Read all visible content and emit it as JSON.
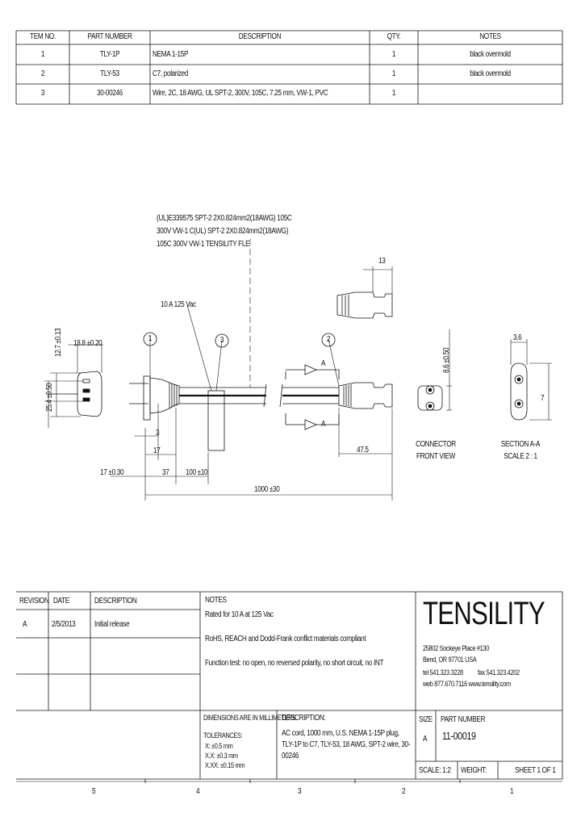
{
  "bom": {
    "headers": {
      "item": "TEM NO.",
      "part": "PART NUMBER",
      "desc": "DESCRIPTION",
      "qty": "QTY.",
      "notes": "NOTES"
    },
    "rows": [
      {
        "item": "1",
        "part": "TLY-1P",
        "desc": "NEMA 1-15P",
        "qty": "1",
        "notes": "black overmold"
      },
      {
        "item": "2",
        "part": "TLY-53",
        "desc": "C7, polarized",
        "qty": "1",
        "notes": "black overmold"
      },
      {
        "item": "3",
        "part": "30-00246",
        "desc": "Wire, 2C, 18 AWG, UL SPT-2, 300V, 105C, 7.25 mm, VW-1, PVC",
        "qty": "1",
        "notes": ""
      }
    ]
  },
  "drawing": {
    "cable_marking": [
      "(UL)E339575 SPT-2 2X0.824mm2(18AWG) 105C",
      "300V VW-1 C(UL) SPT-2 2X0.824mm2(18AWG)",
      "105C 300V VW-1 TENSILITY FLE"
    ],
    "rating_label": "10 A 125 Vac",
    "balloons": [
      "1",
      "3",
      "2"
    ],
    "section_markers": [
      "A",
      "A"
    ],
    "dims": {
      "d13": "13",
      "d12_7": "12.7 ±0.13",
      "d18_8": "18.8 ±0.20",
      "d25_4": "25.4 ±0.50",
      "d3": "3",
      "d17": "17",
      "d17_30": "17 ±0.30",
      "d37": "37",
      "d100": "100 ±10",
      "d1000": "1000 ±30",
      "d47_5": "47.5",
      "d8_6": "8.6 ±0.50",
      "d3_6": "3.6",
      "d7": "7"
    },
    "connector_view": [
      "CONNECTOR",
      "FRONT VIEW"
    ],
    "section_view": [
      "SECTION A-A",
      "SCALE 2 : 1"
    ]
  },
  "revisions": {
    "headers": {
      "rev": "REVISION",
      "date": "DATE",
      "desc": "DESCRIPTION"
    },
    "rows": [
      {
        "rev": "A",
        "date": "2/5/2013",
        "desc": "Initial release"
      }
    ]
  },
  "notes": {
    "title": "NOTES",
    "lines": [
      "Rated for 10 A at 125 Vac",
      "RoHS, REACH and Dodd-Frank conflict materials compliant",
      "Function test: no open, no reversed polarity, no short circuit, no INT"
    ]
  },
  "company": {
    "name": "TENSILITY",
    "address1": "25802 Sockeye Place #130",
    "address2": "Bend, OR 97701 USA",
    "tel": "tel 541.323.3228",
    "fax": "fax 541.323.4202",
    "web": "web 877.670.7116  www.tensility.com"
  },
  "title_block": {
    "dims_note": "DIMENSIONS ARE IN MILLIMETERS",
    "tolerances_label": "TOLERANCES:",
    "tol1": "X:    ±0.5 mm",
    "tol2": "X.X:  ±0.3 mm",
    "tol3": "X.XX: ±0.15 mm",
    "desc_label": "DESCRIPTION:",
    "desc_lines": [
      "AC cord, 1000 mm, U.S. NEMA 1-15P plug,",
      "TLY-1P to C7, TLY-53, 18 AWG, SPT-2 wire, 30-",
      "00246"
    ],
    "size_label": "SIZE",
    "size_value": "A",
    "pn_label": "PART NUMBER",
    "pn_value": "11-00019",
    "scale": "SCALE: 1:2",
    "weight": "WEIGHT:",
    "sheet": "SHEET 1 OF 1"
  },
  "zones": [
    "5",
    "4",
    "3",
    "2",
    "1"
  ]
}
